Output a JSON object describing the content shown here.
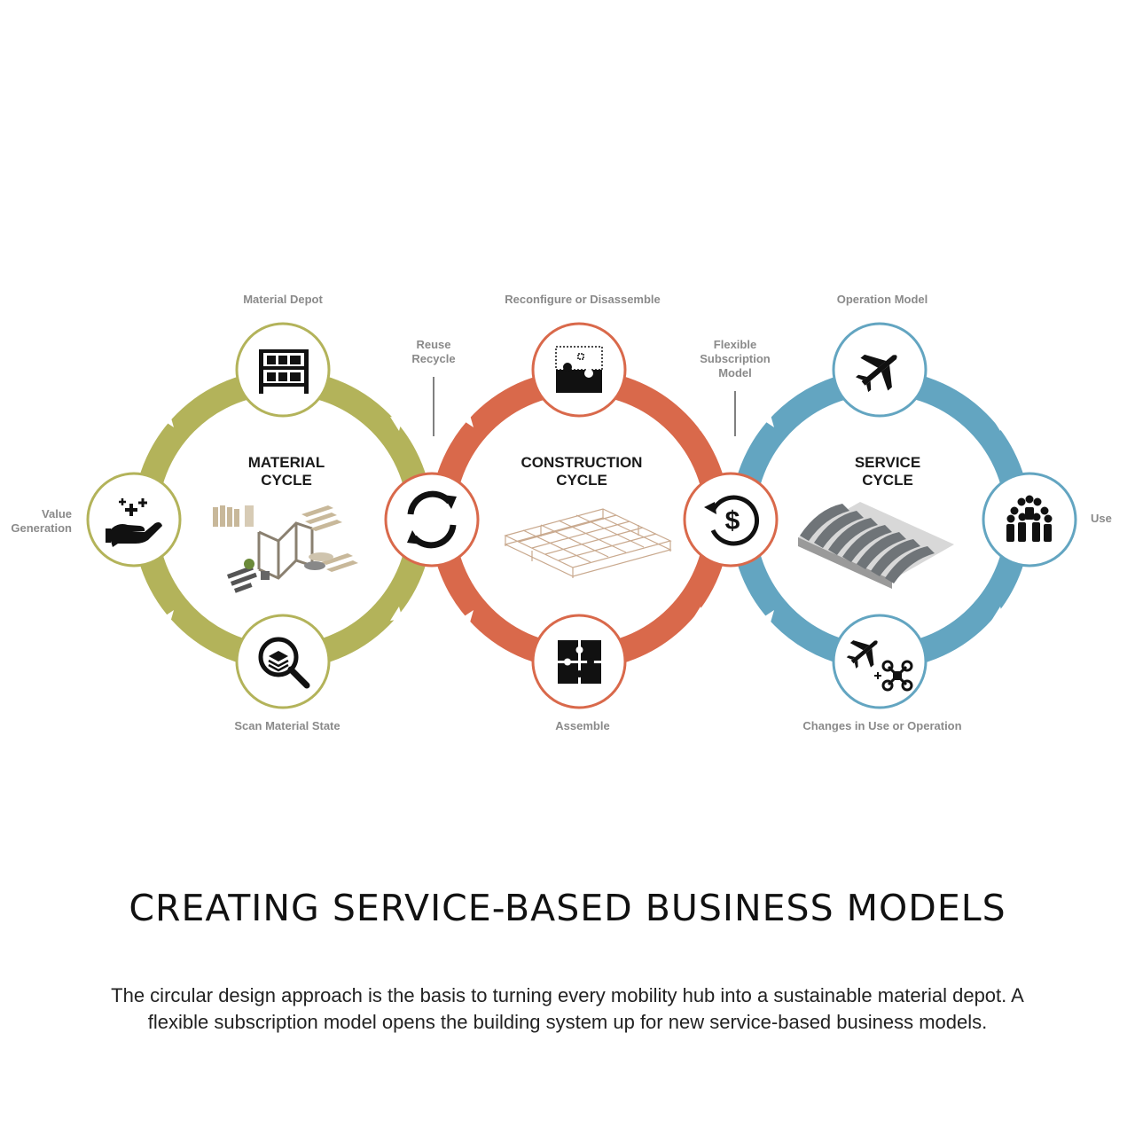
{
  "colors": {
    "material": "#b3b35a",
    "construction": "#d9694b",
    "service": "#63a5c1",
    "icon": "#111111",
    "label": "#8a8a8a"
  },
  "cycles": {
    "material": {
      "line1": "MATERIAL",
      "line2": "CYCLE",
      "labels": {
        "top": "Material Depot",
        "left_1": "Value",
        "left_2": "Generation",
        "bottom": "Scan Material State"
      },
      "icons": {
        "top": "shelf-icon",
        "left": "hand-plus-icon",
        "bottom": "search-layers-icon"
      }
    },
    "construction": {
      "line1": "CONSTRUCTION",
      "line2": "CYCLE",
      "labels": {
        "top": "Reconfigure or Disassemble",
        "bottom": "Assemble"
      },
      "icons": {
        "top": "puzzle-disassemble-icon",
        "bottom": "puzzle-icon"
      }
    },
    "service": {
      "line1": "SERVICE",
      "line2": "CYCLE",
      "labels": {
        "top": "Operation Model",
        "right": "Use",
        "bottom": "Changes in Use or Operation"
      },
      "icons": {
        "top": "airplane-icon",
        "right": "people-icon",
        "bottom": "airplane-drone-icon"
      }
    }
  },
  "connectors": {
    "left": {
      "line1": "Reuse",
      "line2": "Recycle",
      "icon": "recycle-icon"
    },
    "right": {
      "line1": "Flexible",
      "line2": "Subscription",
      "line3": "Model",
      "icon": "dollar-cycle-icon"
    }
  },
  "title": "CREATING SERVICE-BASED BUSINESS MODELS",
  "description": "The circular design approach is the basis to turning every mobility hub into a sustainable material depot. A flexible subscription model opens the building system up for new service-based business models."
}
